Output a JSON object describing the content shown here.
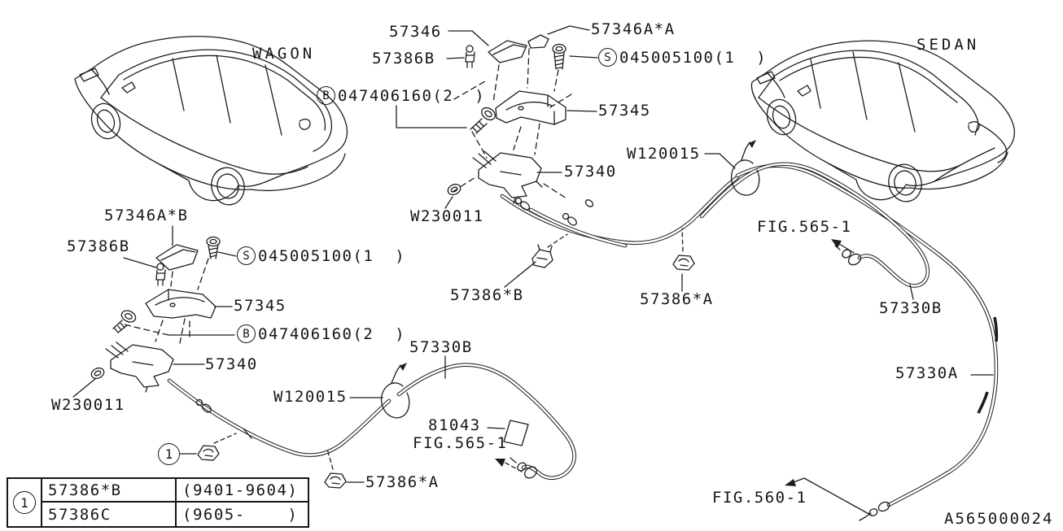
{
  "diagram": {
    "id": "A565000024",
    "body_styles": {
      "wagon": "WAGON",
      "sedan": "SEDAN"
    },
    "part_numbers": {
      "p57346": "57346",
      "p57346a_a": "57346A*A",
      "p57346a_b": "57346A*B",
      "p57386b": "57386B",
      "p57386_a": "57386*A",
      "p57386_b": "57386*B",
      "p57345": "57345",
      "p57340": "57340",
      "p57330a": "57330A",
      "p57330b": "57330B",
      "p81043": "81043",
      "w120015": "W120015",
      "w230011": "W230011",
      "screw_s": "045005100(1  )",
      "screw_b": "047406160(2  )",
      "circle_s": "S",
      "circle_b": "B",
      "ref_1": "1"
    },
    "figure_refs": {
      "fig_565_1": "FIG.565-1",
      "fig_560_1": "FIG.560-1"
    },
    "table": {
      "ref": "1",
      "rows": [
        {
          "part": "57386*B",
          "date_range": "(9401-9604)"
        },
        {
          "part": "57386C",
          "date_range": "(9605-    )"
        }
      ]
    }
  }
}
